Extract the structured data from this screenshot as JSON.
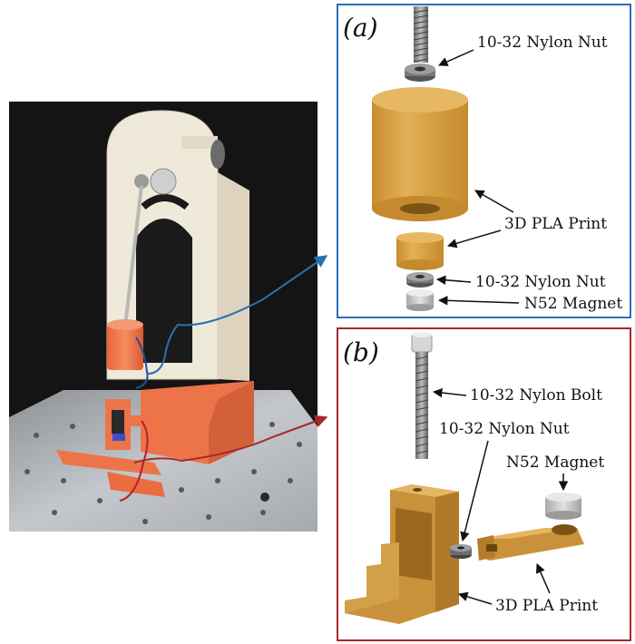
{
  "panels": [
    {
      "letter": "(a)",
      "frame_color": "#2a6fb5",
      "labels": [
        "10-32 Nylon Nut",
        "3D PLA Print",
        "10-32 Nylon Nut",
        "N52 Magnet"
      ]
    },
    {
      "letter": "(b)",
      "frame_color": "#a82828",
      "labels": [
        "10-32 Nylon Bolt",
        "10-32 Nylon Nut",
        "N52 Magnet",
        "3D PLA Print"
      ]
    }
  ],
  "colors": {
    "pla_orange": "#d9a445",
    "photo_orange": "#ef7a4e",
    "frame_white": "#efe9da",
    "plate_grey": "#b9bcc0",
    "magnet_grey": "#c8c8c8"
  }
}
